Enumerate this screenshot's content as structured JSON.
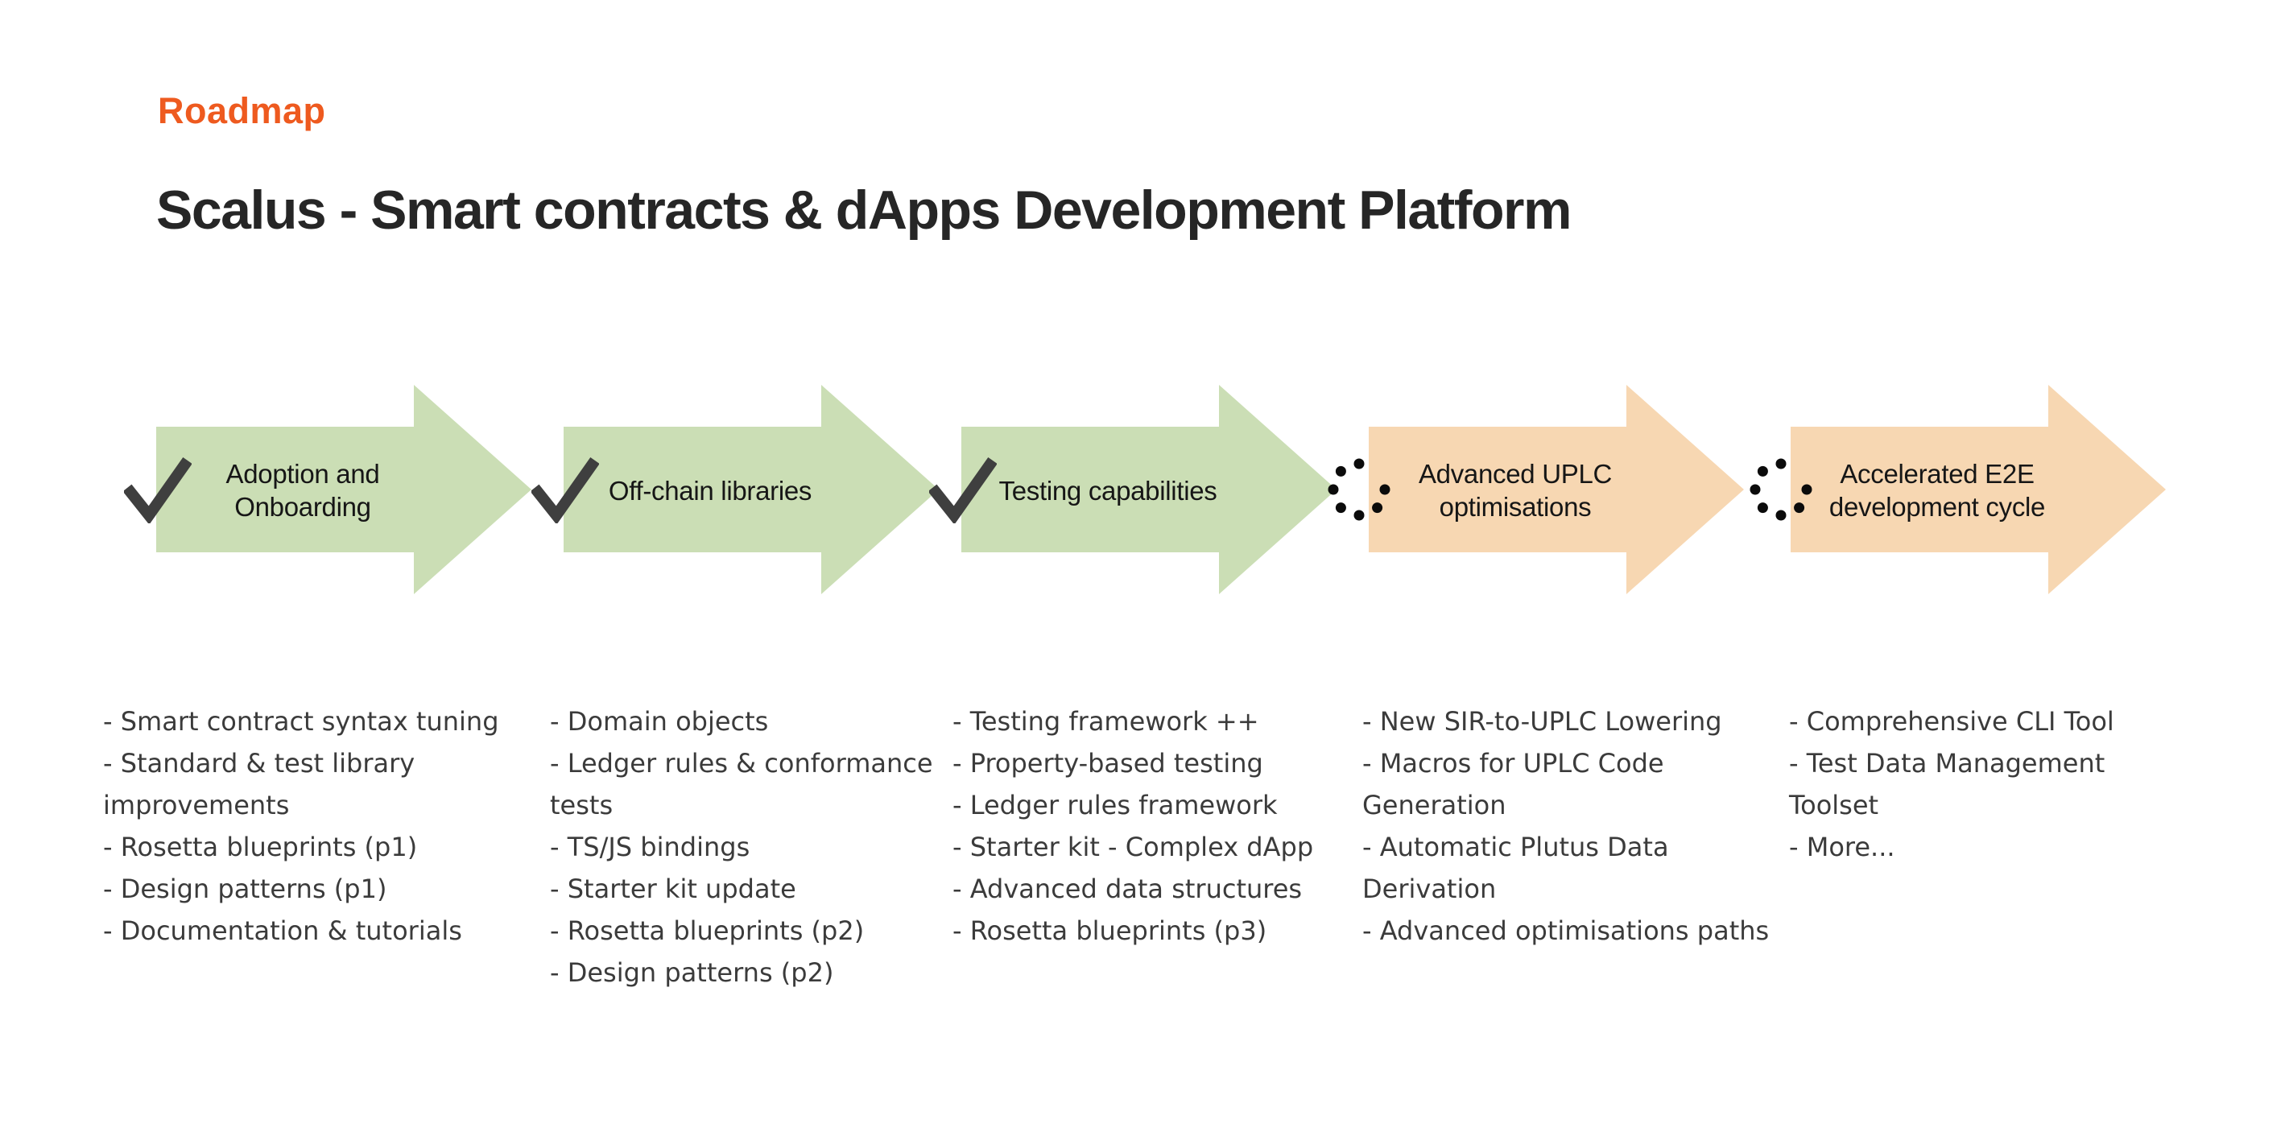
{
  "header": {
    "eyebrow": "Roadmap",
    "title": "Scalus - Smart contracts & dApps Development Platform"
  },
  "colors": {
    "eyebrow_text": "#EE5A1F",
    "title_text": "#262626",
    "done_arrow": "#CBDEB5",
    "planned_arrow": "#F7D7B2",
    "check_icon": "#3F3F3F",
    "dots_icon": "#0B0B0B",
    "list_text": "#3B3B3B"
  },
  "stages": [
    {
      "status": "done",
      "icon": "check-icon",
      "label_lines": [
        "Adoption and",
        "Onboarding"
      ],
      "items": [
        "- Smart contract syntax tuning",
        "- Standard & test library improvements",
        "- Rosetta blueprints (p1)",
        "- Design patterns (p1)",
        "- Documentation & tutorials"
      ]
    },
    {
      "status": "done",
      "icon": "check-icon",
      "label_lines": [
        "Off-chain libraries"
      ],
      "items": [
        "- Domain objects",
        "- Ledger rules & conformance tests",
        "- TS/JS bindings",
        "- Starter kit update",
        "- Rosetta blueprints (p2)",
        "- Design patterns (p2)"
      ]
    },
    {
      "status": "done",
      "icon": "check-icon",
      "label_lines": [
        "Testing capabilities"
      ],
      "items": [
        "- Testing framework ++",
        "- Property-based testing",
        "- Ledger rules framework",
        "- Starter kit - Complex dApp",
        "- Advanced data structures",
        "- Rosetta blueprints (p3)"
      ]
    },
    {
      "status": "planned",
      "icon": "dotted-circle-icon",
      "label_lines": [
        "Advanced UPLC",
        "optimisations"
      ],
      "items": [
        "- New SIR-to-UPLC Lowering",
        "- Macros for UPLC Code Generation",
        "- Automatic Plutus Data Derivation",
        "- Advanced optimisations paths"
      ]
    },
    {
      "status": "planned",
      "icon": "dotted-circle-icon",
      "label_lines": [
        "Accelerated E2E",
        "development cycle"
      ],
      "items": [
        "- Comprehensive CLI Tool",
        "- Test Data Management Toolset",
        "- More..."
      ]
    }
  ]
}
